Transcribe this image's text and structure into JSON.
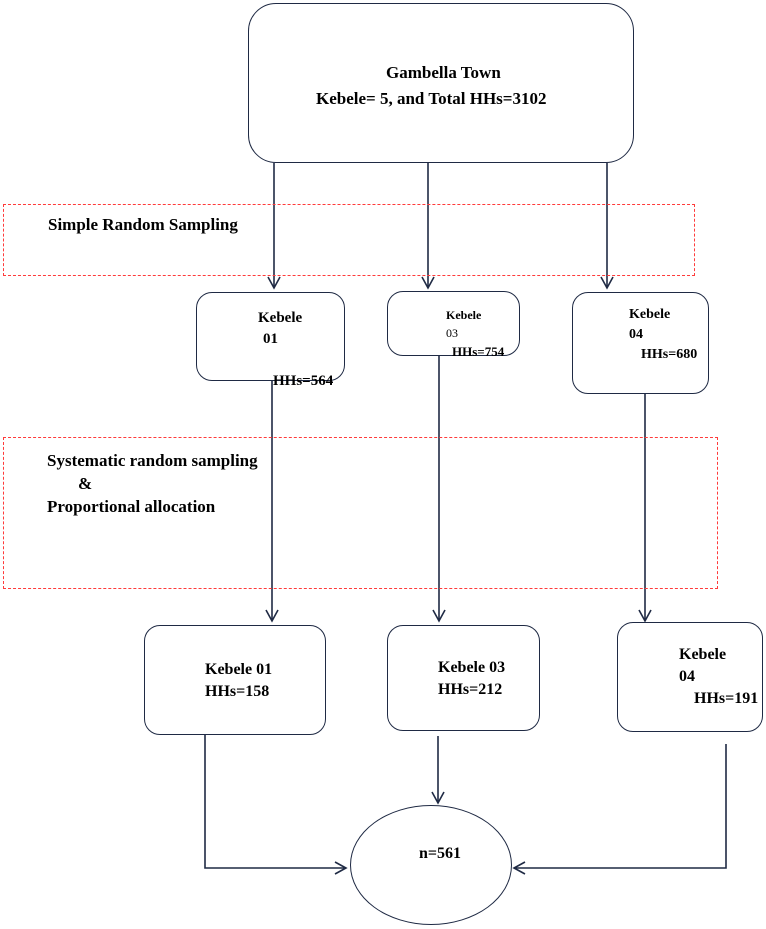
{
  "top": {
    "line1": "Gambella Town",
    "line2": "Kebele= 5, and Total HHs=3102"
  },
  "stage1": {
    "label": "Simple Random Sampling"
  },
  "stage2": {
    "line1": "Systematic random sampling",
    "line2": "&",
    "line3": "Proportional allocation"
  },
  "kebeles_population": [
    {
      "name": "Kebele",
      "id": "01",
      "hhs": "HHs=564"
    },
    {
      "name": "Kebele",
      "id": "03",
      "hhs": "HHs=754"
    },
    {
      "name": "Kebele",
      "id": "04",
      "hhs": "HHs=680"
    }
  ],
  "kebeles_sample": [
    {
      "line1": "Kebele 01",
      "hhs": "HHs=158"
    },
    {
      "line1": "Kebele 03",
      "hhs": "HHs=212"
    },
    {
      "line1": "Kebele",
      "id": "04",
      "hhs": "HHs=191"
    }
  ],
  "total": {
    "label": "n=561"
  },
  "colors": {
    "border": "#1f2a44",
    "dashed": "#ff3b3b"
  }
}
